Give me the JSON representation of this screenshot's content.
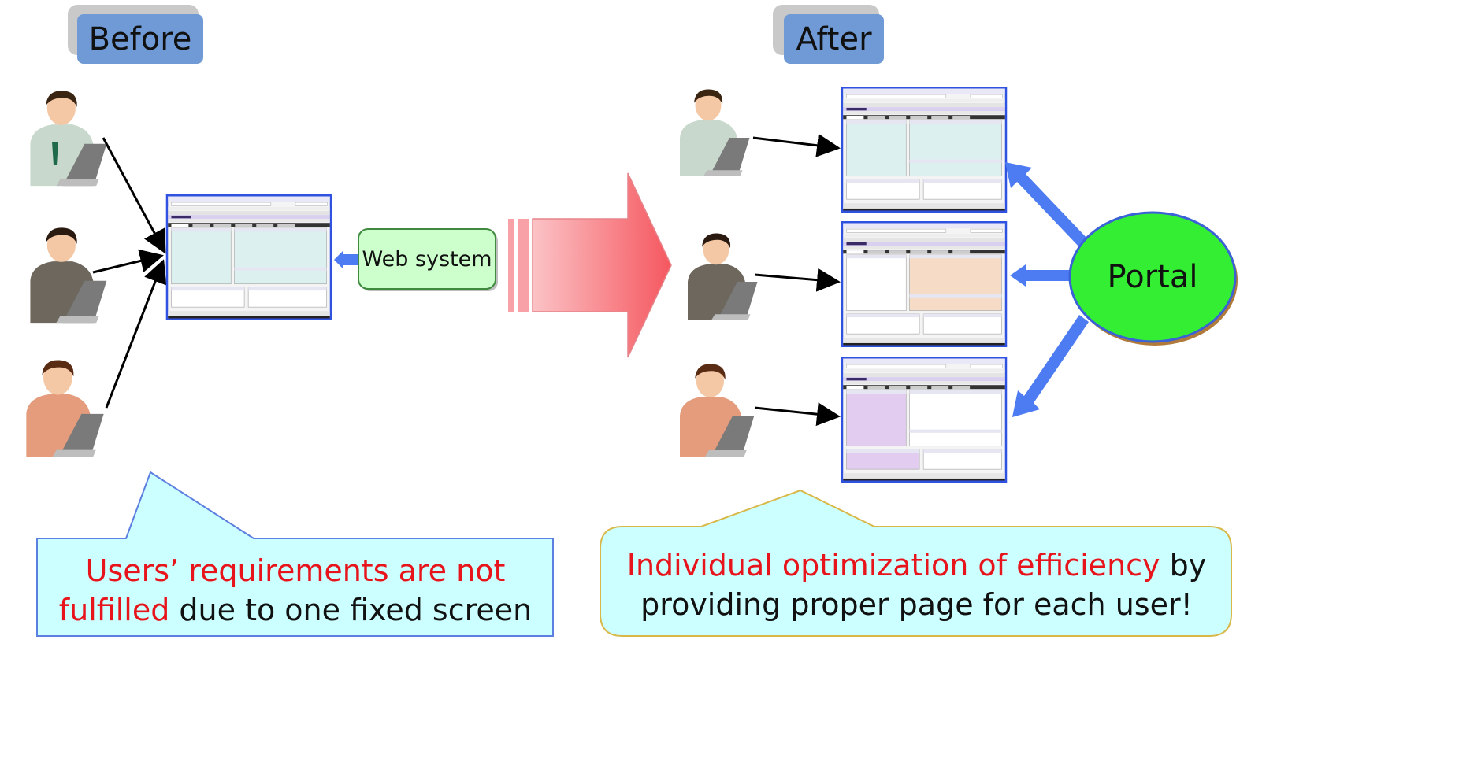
{
  "before_label": "Before",
  "after_label": "After",
  "web_system_label": "Web system",
  "portal_label": "Portal",
  "before_callout": {
    "highlight": "Users’ requirements are not fulfilled",
    "highlight_line1": "Users’ requirements are not",
    "highlight_line2": "fulfilled",
    "rest": " due to one fixed screen"
  },
  "after_callout": {
    "highlight": "Individual optimization of efficiency",
    "rest_line1": " by",
    "rest_line2": "providing proper page for each user!"
  },
  "colors": {
    "tab": "#6f9ad6",
    "callout_fill": "#ccffff",
    "highlight_text": "#e8141c",
    "portal_fill": "#33ee33",
    "web_system_fill": "#ccffcc",
    "big_arrow": "#f76d74",
    "blue_arrow": "#4d7bf2",
    "screen_border": "#3355ee",
    "panel_cyan": "#dcf0f0",
    "panel_peach": "#f6dcc6",
    "panel_purple": "#e2cdf0"
  }
}
